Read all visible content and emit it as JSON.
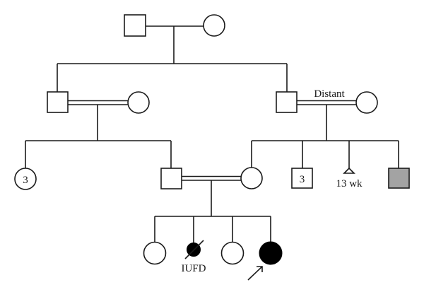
{
  "diagram": {
    "type": "pedigree",
    "colors": {
      "line": "#1a1a1a",
      "unaffected_fill": "#ffffff",
      "affected_fill": "#000000",
      "gray_fill": "#a3a3a3"
    },
    "generations": [
      {
        "id": "I",
        "members": [
          {
            "id": "I-1",
            "sex": "male",
            "status": "unaffected"
          },
          {
            "id": "I-2",
            "sex": "female",
            "status": "unaffected"
          }
        ]
      },
      {
        "id": "II",
        "members": [
          {
            "id": "II-1",
            "sex": "male",
            "status": "unaffected"
          },
          {
            "id": "II-2",
            "sex": "female",
            "status": "unaffected"
          },
          {
            "id": "II-3",
            "sex": "male",
            "status": "unaffected"
          },
          {
            "id": "II-4",
            "sex": "female",
            "status": "unaffected"
          }
        ],
        "consanguineous_couples": [
          {
            "partners": [
              "II-1",
              "II-2"
            ],
            "label": ""
          },
          {
            "partners": [
              "II-3",
              "II-4"
            ],
            "label": "Distant"
          }
        ]
      },
      {
        "id": "III",
        "members": [
          {
            "id": "III-1",
            "sex": "female",
            "status": "unaffected",
            "count": "3"
          },
          {
            "id": "III-2",
            "sex": "male",
            "status": "unaffected"
          },
          {
            "id": "III-3",
            "sex": "female",
            "status": "unaffected"
          },
          {
            "id": "III-4",
            "sex": "male",
            "status": "unaffected",
            "count": "3"
          },
          {
            "id": "III-5",
            "sex": "unknown",
            "status": "miscarriage",
            "label": "13 wk"
          },
          {
            "id": "III-6",
            "sex": "male",
            "status": "gray-shaded"
          }
        ],
        "consanguineous_couples": [
          {
            "partners": [
              "III-2",
              "III-3"
            ],
            "label": ""
          }
        ]
      },
      {
        "id": "IV",
        "members": [
          {
            "id": "IV-1",
            "sex": "female",
            "status": "unaffected"
          },
          {
            "id": "IV-2",
            "sex": "female",
            "status": "affected-deceased",
            "label": "IUFD"
          },
          {
            "id": "IV-3",
            "sex": "female",
            "status": "unaffected"
          },
          {
            "id": "IV-4",
            "sex": "female",
            "status": "affected",
            "proband": true
          }
        ]
      }
    ],
    "labels": {
      "distant": "Distant",
      "count_sisters": "3",
      "count_brothers": "3",
      "miscarriage": "13 wk",
      "iufd": "IUFD"
    }
  }
}
